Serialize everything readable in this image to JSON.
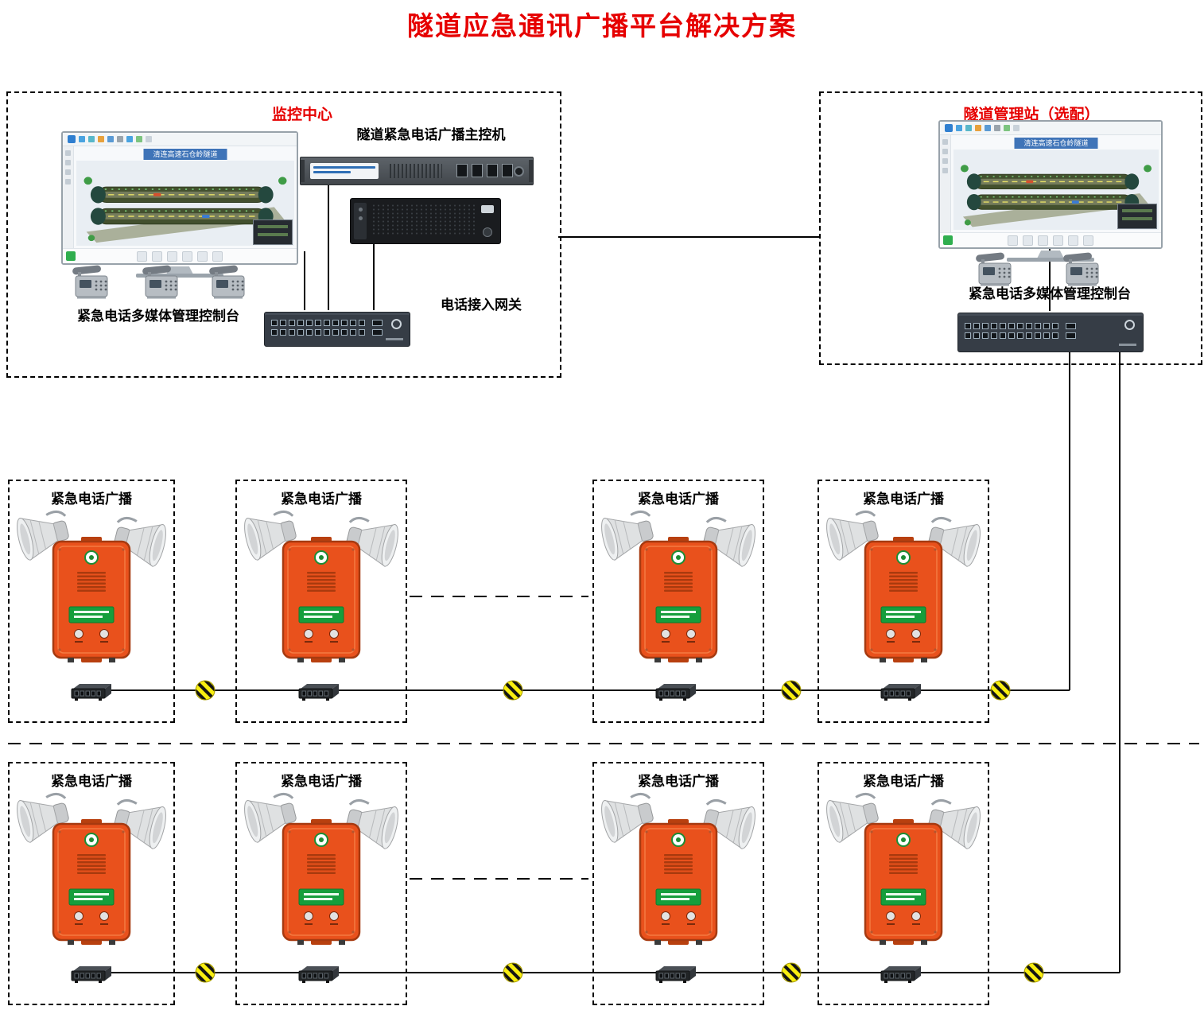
{
  "title": "隧道应急通讯广播平台解决方案",
  "monitoring_center": {
    "label": "监控中心",
    "main_unit_label": "隧道紧急电话广播主控机",
    "console_label": "紧急电话多媒体管理控制台",
    "gateway_label": "电话接入网关",
    "screen_title": "清连高速石仓岭隧道"
  },
  "management_station": {
    "label": "隧道管理站（选配）",
    "console_label": "紧急电话多媒体管理控制台",
    "screen_title": "清连高速石仓岭隧道"
  },
  "broadcast_units": {
    "label": "紧急电话广播",
    "count": 8
  },
  "colors": {
    "accent_red": "#e60000",
    "phone_orange": "#e9511c",
    "fiber_yellow": "#f8ee10",
    "line_black": "#000000",
    "sticker_green": "#169e3c"
  }
}
